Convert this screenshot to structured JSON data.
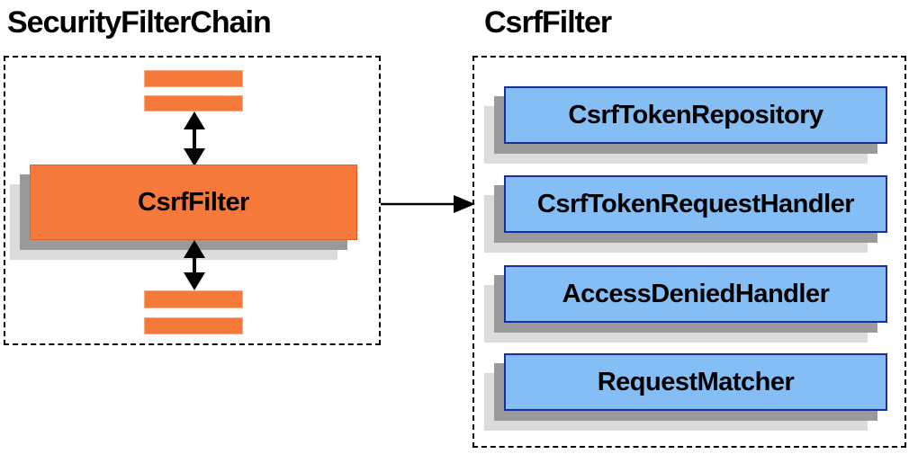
{
  "left_section": {
    "title": "SecurityFilterChain",
    "csrf_filter_label": "CsrfFilter"
  },
  "right_section": {
    "title": "CsrfFilter",
    "components": [
      "CsrfTokenRepository",
      "CsrfTokenRequestHandler",
      "AccessDeniedHandler",
      "RequestMatcher"
    ]
  },
  "icons": {
    "bidirectional_arrow": "↕",
    "flow_arrow": "→"
  },
  "colors": {
    "orange": "#F5793B",
    "orange_light": "#F9A978",
    "orange_dark": "#E35F26",
    "blue": "#85BEF4",
    "blue_border": "#1B2F9C",
    "shadow_mid": "#9A9A9A",
    "shadow_light": "#DCDCDC",
    "outline": "#000000",
    "arrow": "#000000"
  }
}
